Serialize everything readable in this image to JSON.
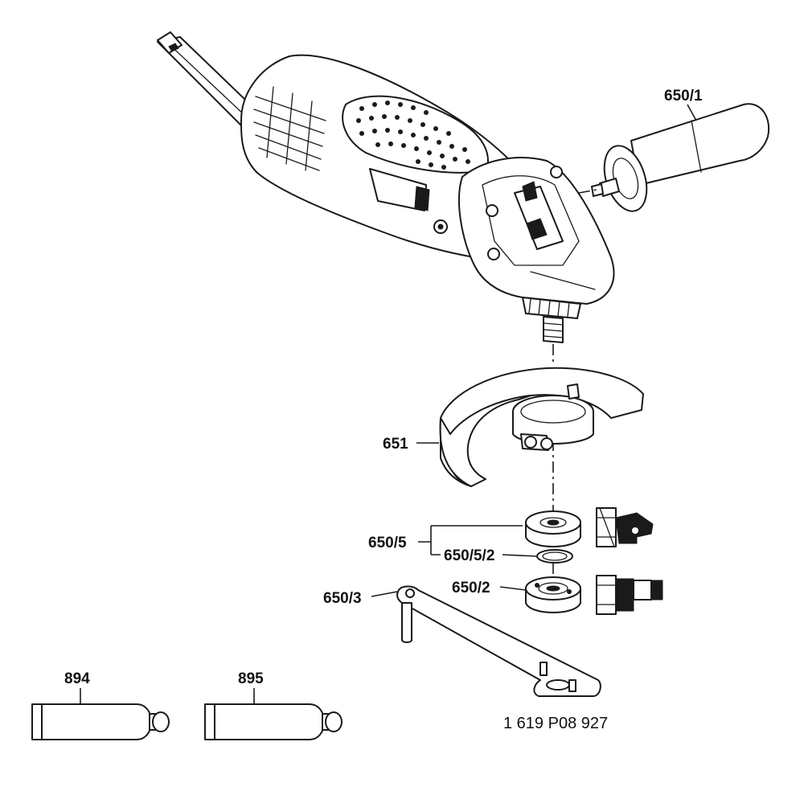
{
  "labels": {
    "side_handle": "650/1",
    "guard": "651",
    "flange_set": "650/5",
    "o_ring": "650/5/2",
    "clamping_nut": "650/2",
    "spanner": "650/3",
    "tube_894": "894",
    "tube_895": "895"
  },
  "document_number": "1 619 P08 927"
}
